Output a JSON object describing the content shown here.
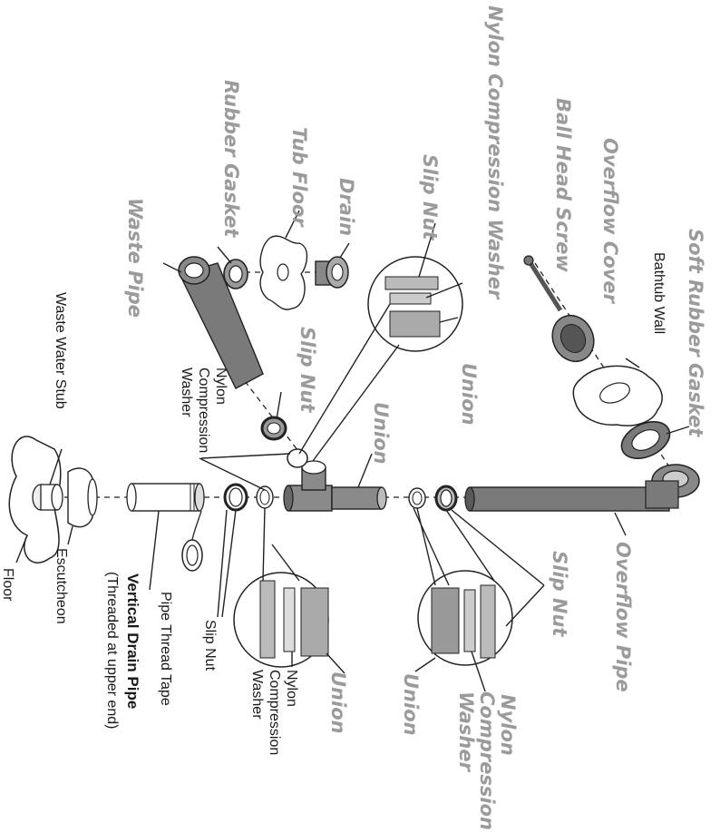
{
  "labels": {
    "waste_pipe": "Waste Pipe",
    "rubber_gasket": "Rubber Gasket",
    "tub_floor": "Tub Floor",
    "drain": "Drain",
    "slip_nut_top": "Slip Nut",
    "nylon_compression_washer_top": "Nylon Compression Washer",
    "slip_nut_mid": "Slip Nut",
    "union_mid": "Union",
    "union_detail_top": "Union",
    "ball_head_screw": "Ball Head Screw",
    "overflow_cover": "Overflow Cover",
    "soft_rubber_gasket": "Soft Rubber Gasket",
    "bathtub_wall": "Bathtub Wall",
    "overflow_pipe": "Overflow Pipe",
    "slip_nut_right": "Slip Nut",
    "nylon_compression_washer_right": "Nylon Compression Washer",
    "union_right": "Union",
    "union_lower": "Union",
    "nylon_compression_washer_lower": "Nylon Compression Washer",
    "slip_nut_lower": "Slip Nut",
    "pipe_thread_tape": "Pipe Thread Tape",
    "vertical_drain_pipe": "Vertical Drain Pipe",
    "vertical_drain_pipe_note": "(Threaded at upper end)",
    "escutcheon": "Escutcheon",
    "floor": "Floor",
    "waste_water_stub": "Waste Water Stub",
    "nylon_compression_washer_left": "Nylon Compression Washer"
  },
  "colors": {
    "label_gray": "#9b9b9b",
    "pipe_gray": "#7a7a7a",
    "outline": "#222222"
  }
}
